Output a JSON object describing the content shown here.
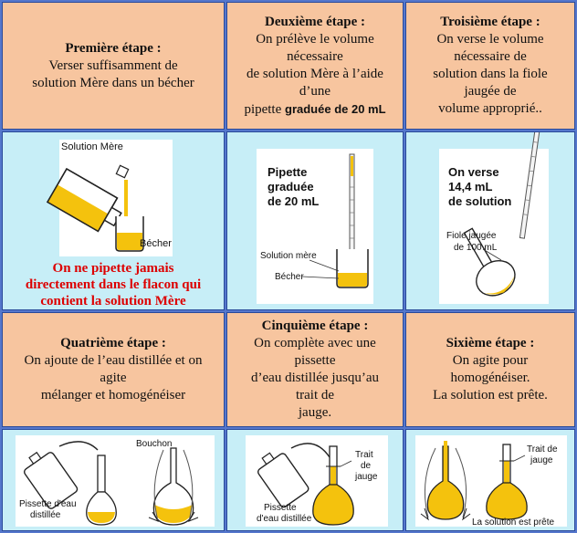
{
  "row1": {
    "step1": {
      "title": "Première étape :",
      "lines": [
        "Verser suffisamment de",
        "solution Mère dans un bécher"
      ]
    },
    "step2": {
      "title": "Deuxième étape :",
      "lines": [
        "On prélève le volume",
        "nécessaire",
        "de solution Mère à l’aide",
        "d’une",
        "pipette"
      ],
      "bold_part": "graduée de 20 mL"
    },
    "step3": {
      "title": "Troisième étape :",
      "lines": [
        "On verse le volume",
        "nécessaire de",
        "solution dans la fiole",
        "jaugée de",
        "volume approprié.."
      ]
    }
  },
  "row2": {
    "pic1": {
      "label_solution": "Solution Mère",
      "label_becher": "Bécher",
      "warning": [
        "On ne pipette jamais",
        "directement dans le flacon qui",
        "contient la solution Mère"
      ]
    },
    "pic2": {
      "caption": [
        "Pipette",
        "graduée",
        "de 20 mL"
      ],
      "label_solution": "Solution mère",
      "label_becher": "Bécher"
    },
    "pic3": {
      "caption": [
        "On verse",
        "14,4 mL",
        "de solution"
      ],
      "label_fiole": [
        "Fiole jaugée",
        "de 100 mL"
      ]
    }
  },
  "row3": {
    "step4": {
      "title": "Quatrième étape :",
      "lines": [
        "On ajoute de l’eau distillée et on",
        "agite",
        "mélanger et homogénéiser"
      ]
    },
    "step5": {
      "title": "Cinquième étape :",
      "lines": [
        "On complète avec une",
        "pissette",
        "d’eau distillée jusqu’au",
        "trait de",
        "jauge."
      ]
    },
    "step6": {
      "title": "Sixième étape :",
      "lines": [
        "On agite pour",
        "homogénéiser.",
        "La solution est prête."
      ]
    }
  },
  "row4": {
    "pic4": {
      "label_bouchon": "Bouchon",
      "label_pissette": [
        "Pissette d'eau",
        "distillée"
      ]
    },
    "pic5": {
      "label_trait": [
        "Trait",
        "de",
        "jauge"
      ],
      "label_pissette": [
        "Pissette",
        "d'eau distillée"
      ]
    },
    "pic6": {
      "label_trait": [
        "Trait de",
        "jauge"
      ],
      "label_ready": "La solution est prête"
    }
  },
  "colors": {
    "step_bg": "#f7c59f",
    "pic_bg": "#c7eef7",
    "border": "#2a4a9a",
    "solution": "#f4c20d",
    "warning": "#dd0000"
  }
}
